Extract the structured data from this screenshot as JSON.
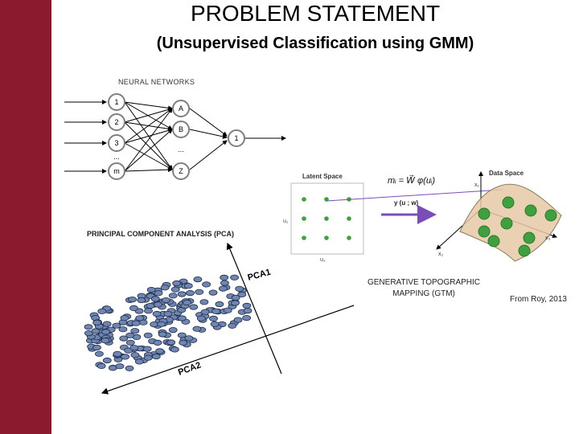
{
  "slide": {
    "title": "PROBLEM STATEMENT",
    "subtitle": "(Unsupervised Classification using GMM)",
    "credit": "From Roy, 2013"
  },
  "colors": {
    "sidebar": "#8b1a2e",
    "nn_node": "#7f7f7f",
    "latent_dot": "#3fa03f",
    "data_fill": "#e8c9a6",
    "arrow": "#7b4db8",
    "pca_dot": "#6f86b2"
  },
  "neural_net": {
    "label": "NEURAL NETWORKS",
    "input_nodes": [
      "1",
      "2",
      "3",
      "m"
    ],
    "hidden_nodes": [
      "A",
      "B",
      "Z"
    ],
    "output_nodes": [
      "1"
    ],
    "ellipsis": "..."
  },
  "pca": {
    "label": "PRINCIPAL COMPONENT ANALYSIS (PCA)",
    "axis1": "PCA1",
    "axis2": "PCA2"
  },
  "gtm": {
    "latent_label": "Latent Space",
    "data_label": "Data Space",
    "mapping": "y (u ; w)",
    "equation": "mᵢ = W⃗ φ(uᵢ)",
    "u1": "u₁",
    "u2": "u₂",
    "x1": "x₁",
    "x2": "x₂",
    "x3": "x₃",
    "caption_line1": "GENERATIVE TOPOGRAPHIC",
    "caption_line2": "MAPPING (GTM)"
  }
}
